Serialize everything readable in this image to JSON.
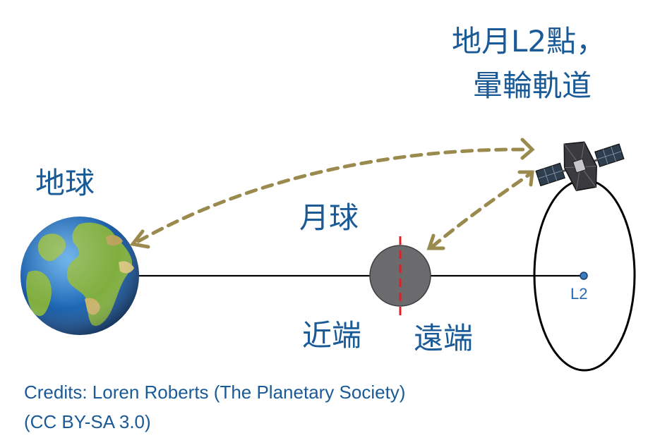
{
  "labels": {
    "title_line1": "地月L2點，",
    "title_line2": "暈輪軌道",
    "earth": "地球",
    "moon": "月球",
    "near_side": "近端",
    "far_side": "遠端",
    "l2_point": "L2"
  },
  "credits": {
    "line1": "Credits: Loren Roberts (The Planetary Society)",
    "line2": "(CC BY-SA 3.0)"
  },
  "colors": {
    "label_text": "#1a5a96",
    "arrow": "#9a8a4e",
    "divider": "#e21d26",
    "moon": "#6b6b6d",
    "axis_line": "#000000",
    "l2_dot": "#3a7cc0"
  }
}
